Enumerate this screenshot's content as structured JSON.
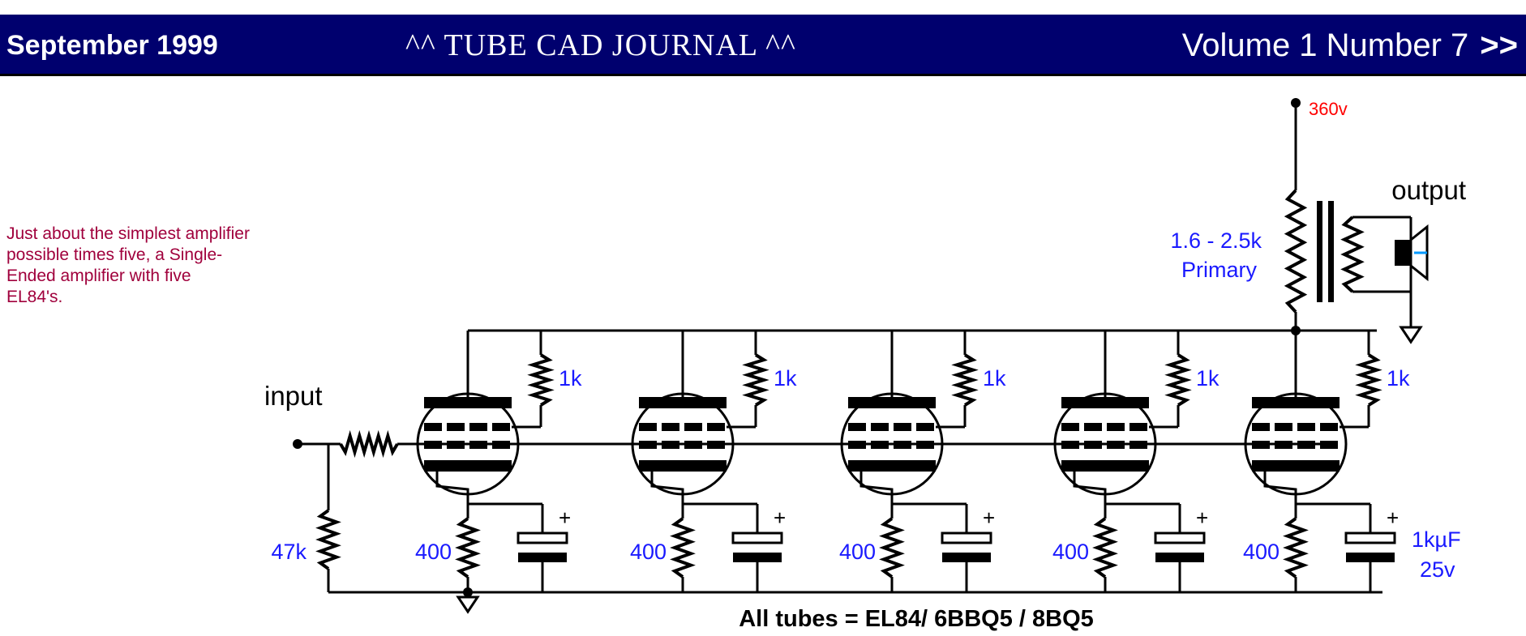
{
  "banner": {
    "date": "September 1999",
    "title": "^^  TUBE CAD JOURNAL  ^^",
    "issue": "Volume 1  Number 7",
    "next_arrow": ">>"
  },
  "side_note": "Just about the simplest amplifier possible times five, a Single-Ended amplifier with five EL84's.",
  "schematic": {
    "supply_voltage": "360v",
    "output_label": "output",
    "primary_impedance": "1.6 - 2.5k",
    "primary_label": "Primary",
    "input_label": "input",
    "grid_resistor": "47k",
    "screen_resistors": [
      "1k",
      "1k",
      "1k",
      "1k",
      "1k"
    ],
    "cathode_resistors": [
      "400",
      "400",
      "400",
      "400",
      "400"
    ],
    "bypass_cap_value": "1kµF",
    "bypass_cap_voltage": "25v",
    "plus_sign": "+",
    "tubes_note": "All tubes = EL84/ 6BBQ5 / 8BQ5"
  },
  "colors": {
    "banner_bg": "#00006e",
    "banner_text": "#ffffff",
    "note_text": "#a0003c",
    "value_text": "#1a1aff",
    "supply_text": "#ff0000",
    "wire": "#000000"
  }
}
